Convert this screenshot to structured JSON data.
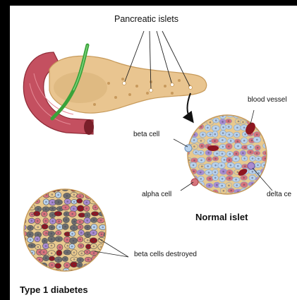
{
  "labels": {
    "pancreatic_islets": "Pancreatic islets",
    "blood_vessel": "blood vessel",
    "beta_cell": "beta cell",
    "alpha_cell": "alpha cell",
    "delta_cell": "delta ce",
    "normal_islet": "Normal islet",
    "beta_cells_destroyed": "beta cells destroyed",
    "type1_diabetes": "Type 1 diabetes"
  },
  "colors": {
    "background": "#ffffff",
    "frame": "#000000",
    "pancreas": "#e9c590",
    "duodenum": "#c45060",
    "duct": "#3aa33a",
    "beta_cell": "#b9d2ec",
    "alpha_cell": "#d7747c",
    "delta_cell": "#a98bd0",
    "blood_vessel": "#8e1620",
    "destroyed_cell": "#6d6d6d",
    "matrix": "#e8c98e"
  }
}
